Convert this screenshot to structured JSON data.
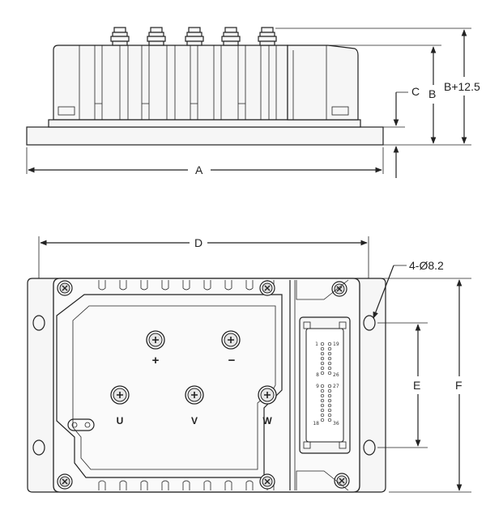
{
  "dimensions": {
    "a": "A",
    "b": "B",
    "b_plus": "B+12.5",
    "c": "C",
    "d": "D",
    "e": "E",
    "f": "F",
    "holes": "4-Ø8.2"
  },
  "terminals": {
    "plus": "+",
    "minus": "−",
    "u": "U",
    "v": "V",
    "w": "W"
  },
  "connector_pins": {
    "p1": "1",
    "p19": "19",
    "p8": "8",
    "p26": "26",
    "p9": "9",
    "p27": "27",
    "p18": "18",
    "p36": "36"
  },
  "colors": {
    "line": "#222222",
    "body": "#f6f6f6"
  }
}
